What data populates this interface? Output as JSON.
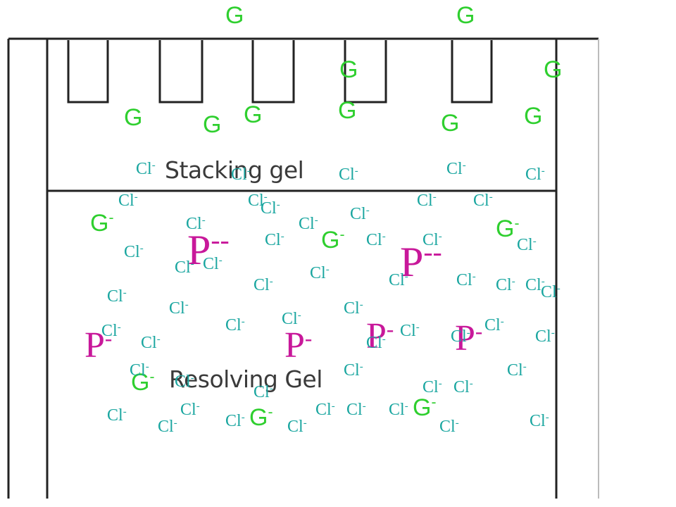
{
  "gel": {
    "stacking_label": "Stacking gel",
    "resolving_label": "Resolving Gel"
  },
  "ion_text": {
    "chloride": "Cl",
    "glycine": "G",
    "protein": "P",
    "minus": "-",
    "double_minus": "--"
  },
  "ion_colors": {
    "chloride": "#1aa6a0",
    "glycine": "#2fcf2f",
    "protein": "#c8189a"
  }
}
